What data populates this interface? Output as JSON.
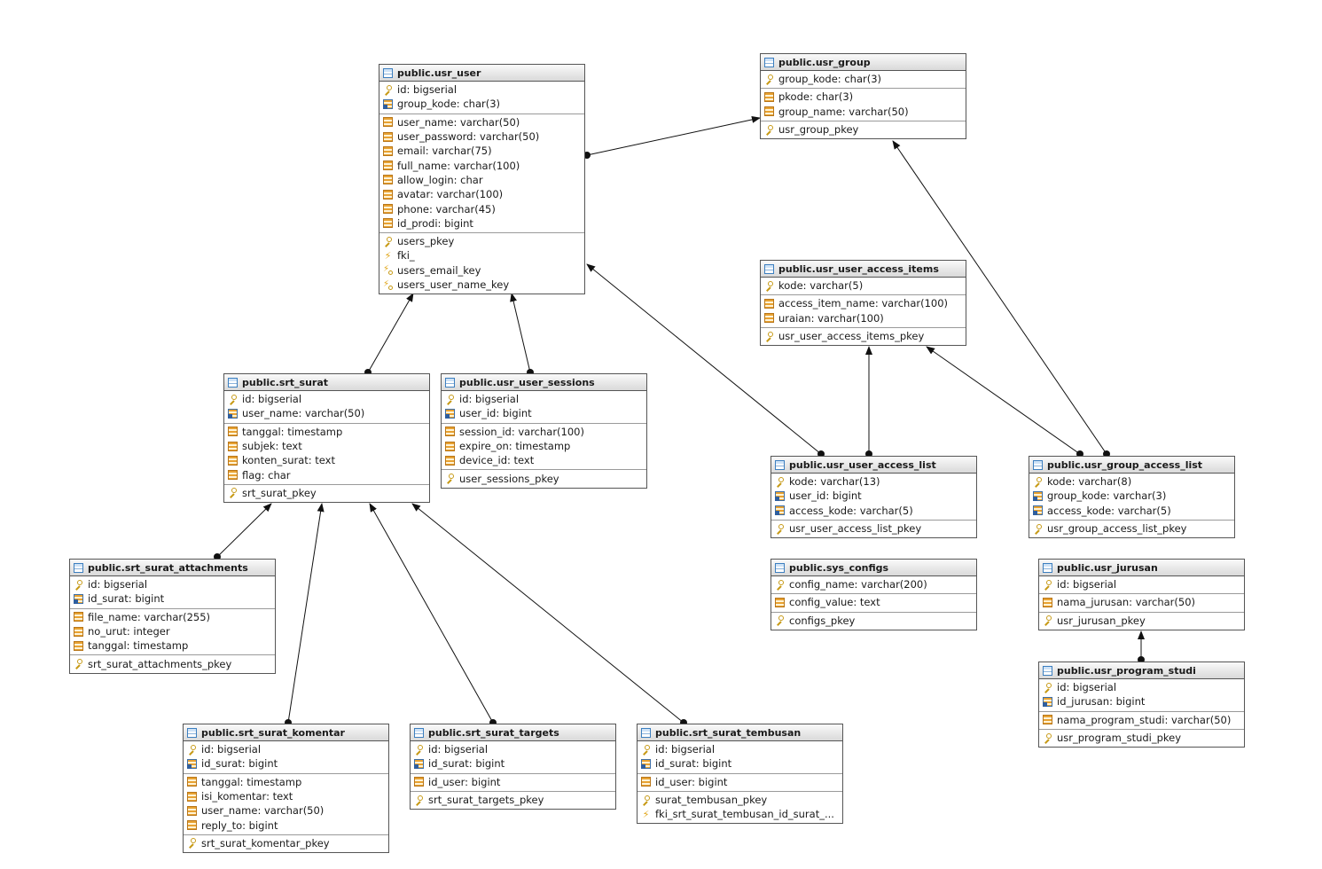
{
  "tables": [
    {
      "id": "usr_user",
      "name": "public.usr_user",
      "sections": [
        [
          {
            "icon": "key-icon",
            "text": "id: bigserial"
          },
          {
            "icon": "fk-column-icon",
            "text": "group_kode: char(3)"
          }
        ],
        [
          {
            "icon": "column-icon",
            "text": "user_name: varchar(50)"
          },
          {
            "icon": "column-icon",
            "text": "user_password: varchar(50)"
          },
          {
            "icon": "column-icon",
            "text": "email: varchar(75)"
          },
          {
            "icon": "column-icon",
            "text": "full_name: varchar(100)"
          },
          {
            "icon": "column-icon",
            "text": "allow_login: char"
          },
          {
            "icon": "column-icon",
            "text": "avatar: varchar(100)"
          },
          {
            "icon": "column-icon",
            "text": "phone: varchar(45)"
          },
          {
            "icon": "column-icon",
            "text": "id_prodi: bigint"
          }
        ],
        [
          {
            "icon": "key-icon",
            "text": "users_pkey"
          },
          {
            "icon": "fk-constraint-icon",
            "text": "fki_"
          },
          {
            "icon": "unique-constraint-icon",
            "text": "users_email_key"
          },
          {
            "icon": "unique-constraint-icon",
            "text": "users_user_name_key"
          }
        ]
      ]
    },
    {
      "id": "usr_group",
      "name": "public.usr_group",
      "sections": [
        [
          {
            "icon": "key-icon",
            "text": "group_kode: char(3)"
          }
        ],
        [
          {
            "icon": "column-icon",
            "text": "pkode: char(3)"
          },
          {
            "icon": "column-icon",
            "text": "group_name: varchar(50)"
          }
        ],
        [
          {
            "icon": "key-icon",
            "text": "usr_group_pkey"
          }
        ]
      ]
    },
    {
      "id": "usr_user_access_items",
      "name": "public.usr_user_access_items",
      "sections": [
        [
          {
            "icon": "key-icon",
            "text": "kode: varchar(5)"
          }
        ],
        [
          {
            "icon": "column-icon",
            "text": "access_item_name: varchar(100)"
          },
          {
            "icon": "column-icon",
            "text": "uraian: varchar(100)"
          }
        ],
        [
          {
            "icon": "key-icon",
            "text": "usr_user_access_items_pkey"
          }
        ]
      ]
    },
    {
      "id": "srt_surat",
      "name": "public.srt_surat",
      "sections": [
        [
          {
            "icon": "key-icon",
            "text": "id: bigserial"
          },
          {
            "icon": "fk-column-icon",
            "text": "user_name: varchar(50)"
          }
        ],
        [
          {
            "icon": "column-icon",
            "text": "tanggal: timestamp"
          },
          {
            "icon": "column-icon",
            "text": "subjek: text"
          },
          {
            "icon": "column-icon",
            "text": "konten_surat: text"
          },
          {
            "icon": "column-icon",
            "text": "flag: char"
          }
        ],
        [
          {
            "icon": "key-icon",
            "text": "srt_surat_pkey"
          }
        ]
      ]
    },
    {
      "id": "usr_user_sessions",
      "name": "public.usr_user_sessions",
      "sections": [
        [
          {
            "icon": "key-icon",
            "text": "id: bigserial"
          },
          {
            "icon": "fk-column-icon",
            "text": "user_id: bigint"
          }
        ],
        [
          {
            "icon": "column-icon",
            "text": "session_id: varchar(100)"
          },
          {
            "icon": "column-icon",
            "text": "expire_on: timestamp"
          },
          {
            "icon": "column-icon",
            "text": "device_id: text"
          }
        ],
        [
          {
            "icon": "key-icon",
            "text": "user_sessions_pkey"
          }
        ]
      ]
    },
    {
      "id": "usr_user_access_list",
      "name": "public.usr_user_access_list",
      "sections": [
        [
          {
            "icon": "key-icon",
            "text": "kode: varchar(13)"
          },
          {
            "icon": "fk-column-icon",
            "text": "user_id: bigint"
          },
          {
            "icon": "fk-column-icon",
            "text": "access_kode: varchar(5)"
          }
        ],
        [
          {
            "icon": "key-icon",
            "text": "usr_user_access_list_pkey"
          }
        ]
      ]
    },
    {
      "id": "usr_group_access_list",
      "name": "public.usr_group_access_list",
      "sections": [
        [
          {
            "icon": "key-icon",
            "text": "kode: varchar(8)"
          },
          {
            "icon": "fk-column-icon",
            "text": "group_kode: varchar(3)"
          },
          {
            "icon": "fk-column-icon",
            "text": "access_kode: varchar(5)"
          }
        ],
        [
          {
            "icon": "key-icon",
            "text": "usr_group_access_list_pkey"
          }
        ]
      ]
    },
    {
      "id": "srt_surat_attachments",
      "name": "public.srt_surat_attachments",
      "sections": [
        [
          {
            "icon": "key-icon",
            "text": "id: bigserial"
          },
          {
            "icon": "fk-column-icon",
            "text": "id_surat: bigint"
          }
        ],
        [
          {
            "icon": "column-icon",
            "text": "file_name: varchar(255)"
          },
          {
            "icon": "column-icon",
            "text": "no_urut: integer"
          },
          {
            "icon": "column-icon",
            "text": "tanggal: timestamp"
          }
        ],
        [
          {
            "icon": "key-icon",
            "text": "srt_surat_attachments_pkey"
          }
        ]
      ]
    },
    {
      "id": "sys_configs",
      "name": "public.sys_configs",
      "sections": [
        [
          {
            "icon": "key-icon",
            "text": "config_name: varchar(200)"
          }
        ],
        [
          {
            "icon": "column-icon",
            "text": "config_value: text"
          }
        ],
        [
          {
            "icon": "key-icon",
            "text": "configs_pkey"
          }
        ]
      ]
    },
    {
      "id": "usr_jurusan",
      "name": "public.usr_jurusan",
      "sections": [
        [
          {
            "icon": "key-icon",
            "text": "id: bigserial"
          }
        ],
        [
          {
            "icon": "column-icon",
            "text": "nama_jurusan: varchar(50)"
          }
        ],
        [
          {
            "icon": "key-icon",
            "text": "usr_jurusan_pkey"
          }
        ]
      ]
    },
    {
      "id": "usr_program_studi",
      "name": "public.usr_program_studi",
      "sections": [
        [
          {
            "icon": "key-icon",
            "text": "id: bigserial"
          },
          {
            "icon": "fk-column-icon",
            "text": "id_jurusan: bigint"
          }
        ],
        [
          {
            "icon": "column-icon",
            "text": "nama_program_studi: varchar(50)"
          }
        ],
        [
          {
            "icon": "key-icon",
            "text": "usr_program_studi_pkey"
          }
        ]
      ]
    },
    {
      "id": "srt_surat_komentar",
      "name": "public.srt_surat_komentar",
      "sections": [
        [
          {
            "icon": "key-icon",
            "text": "id: bigserial"
          },
          {
            "icon": "fk-column-icon",
            "text": "id_surat: bigint"
          }
        ],
        [
          {
            "icon": "column-icon",
            "text": "tanggal: timestamp"
          },
          {
            "icon": "column-icon",
            "text": "isi_komentar: text"
          },
          {
            "icon": "column-icon",
            "text": "user_name: varchar(50)"
          },
          {
            "icon": "column-icon",
            "text": "reply_to: bigint"
          }
        ],
        [
          {
            "icon": "key-icon",
            "text": "srt_surat_komentar_pkey"
          }
        ]
      ]
    },
    {
      "id": "srt_surat_targets",
      "name": "public.srt_surat_targets",
      "sections": [
        [
          {
            "icon": "key-icon",
            "text": "id: bigserial"
          },
          {
            "icon": "fk-column-icon",
            "text": "id_surat: bigint"
          }
        ],
        [
          {
            "icon": "column-icon",
            "text": "id_user: bigint"
          }
        ],
        [
          {
            "icon": "key-icon",
            "text": "srt_surat_targets_pkey"
          }
        ]
      ]
    },
    {
      "id": "srt_surat_tembusan",
      "name": "public.srt_surat_tembusan",
      "sections": [
        [
          {
            "icon": "key-icon",
            "text": "id: bigserial"
          },
          {
            "icon": "fk-column-icon",
            "text": "id_surat: bigint"
          }
        ],
        [
          {
            "icon": "column-icon",
            "text": "id_user: bigint"
          }
        ],
        [
          {
            "icon": "key-icon",
            "text": "surat_tembusan_pkey"
          },
          {
            "icon": "fk-constraint-icon",
            "text": "fki_srt_surat_tembusan_id_surat_..."
          }
        ]
      ]
    }
  ],
  "relations": [
    {
      "from": "usr_user",
      "to": "usr_group"
    },
    {
      "from": "srt_surat",
      "to": "usr_user"
    },
    {
      "from": "usr_user_sessions",
      "to": "usr_user"
    },
    {
      "from": "usr_user_access_list",
      "to": "usr_user"
    },
    {
      "from": "usr_user_access_list",
      "to": "usr_user_access_items"
    },
    {
      "from": "usr_group_access_list",
      "to": "usr_user_access_items"
    },
    {
      "from": "usr_group_access_list",
      "to": "usr_group"
    },
    {
      "from": "srt_surat_attachments",
      "to": "srt_surat"
    },
    {
      "from": "srt_surat_komentar",
      "to": "srt_surat"
    },
    {
      "from": "srt_surat_targets",
      "to": "srt_surat"
    },
    {
      "from": "srt_surat_tembusan",
      "to": "srt_surat"
    },
    {
      "from": "usr_program_studi",
      "to": "usr_jurusan"
    }
  ]
}
